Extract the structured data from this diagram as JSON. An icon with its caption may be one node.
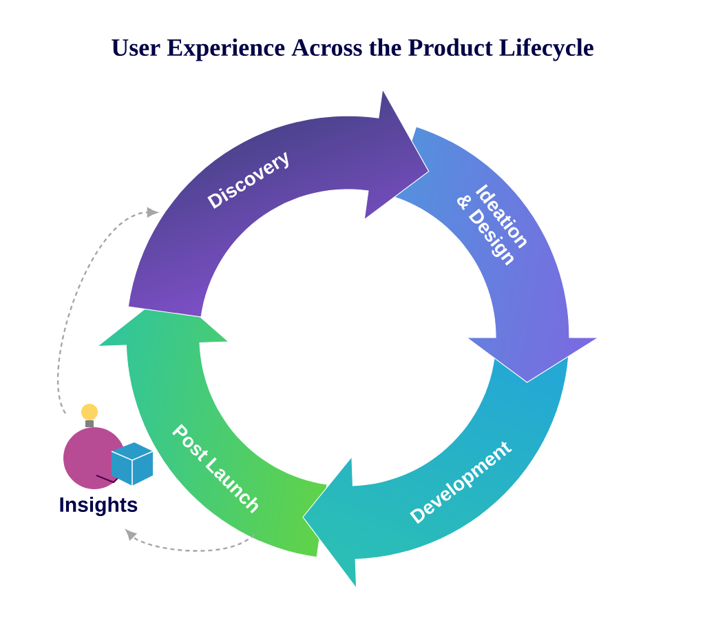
{
  "diagram": {
    "title": "User Experience Across the Product Lifecycle",
    "nodes": [
      {
        "text": [
          "Discovery"
        ]
      },
      {
        "text": [
          "Ideation & Design"
        ]
      },
      {
        "text": [
          "Development"
        ]
      },
      {
        "text": [
          "Post Launch"
        ]
      },
      {
        "text": [
          "Insights"
        ]
      }
    ],
    "edges": [
      {
        "from": 3,
        "to": 4,
        "arrow": "to",
        "style": "dashed"
      },
      {
        "from": 4,
        "to": 0,
        "arrow": "to",
        "style": "dashed"
      }
    ]
  }
}
